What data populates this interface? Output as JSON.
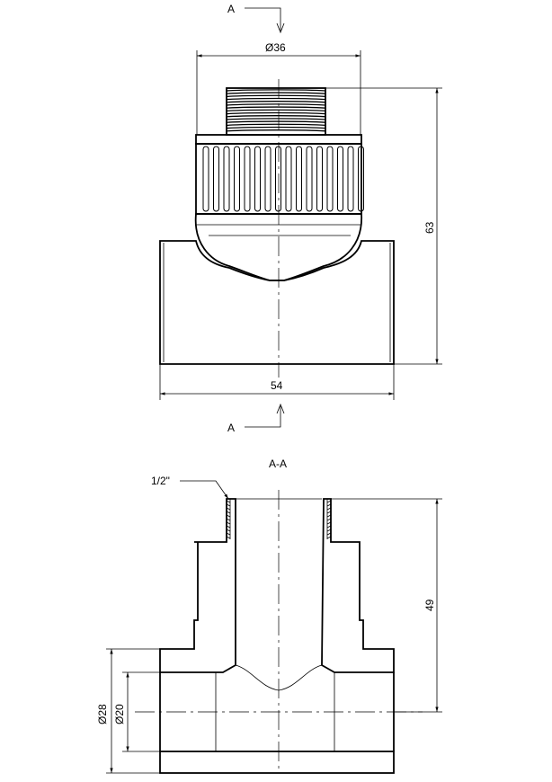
{
  "top_view": {
    "section_mark_top": "A",
    "section_mark_bottom": "A",
    "dim_diameter": "Ø36",
    "dim_height": "63",
    "dim_width": "54"
  },
  "section_view": {
    "title": "A-A",
    "thread_label": "1/2\"",
    "dim_height": "49",
    "dim_outer_diameter": "Ø28",
    "dim_inner_diameter": "Ø20"
  }
}
